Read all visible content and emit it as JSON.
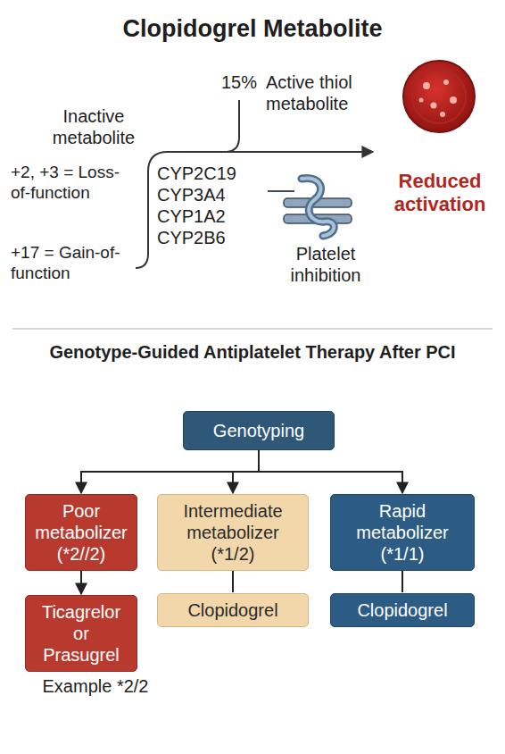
{
  "diagram": {
    "title": "Clopidogrel Metabolite",
    "nodes": [
      {
        "text": [
          "Genotyping"
        ]
      },
      {
        "text": [
          "Poor metabolizer (*2//2)"
        ]
      },
      {
        "text": [
          "Intermediate metabolizer (*1/2)"
        ]
      },
      {
        "text": [
          "Rapid metabolizer (*1/1)"
        ]
      },
      {
        "text": [
          "Ticagrelor or Prasugrel"
        ]
      },
      {
        "text": [
          "Clopidogrel"
        ]
      },
      {
        "text": [
          "Clopidogrel"
        ]
      }
    ],
    "edges": [
      {
        "from": 0,
        "to": 1,
        "arrow": "to"
      },
      {
        "from": 0,
        "to": 2,
        "arrow": "to"
      },
      {
        "from": 0,
        "to": 3,
        "arrow": "to"
      },
      {
        "from": 1,
        "to": 4,
        "arrow": "to"
      },
      {
        "from": 2,
        "to": 5,
        "arrow": "none"
      },
      {
        "from": 3,
        "to": 6,
        "arrow": "none"
      }
    ],
    "labels": [
      "15%",
      "Inactive metabolite",
      "+2, +3 = Loss-of-function",
      "+17 = Gain-of-function",
      "CYP2C19",
      "CYP3A4",
      "CYP1A2",
      "CYP2B6",
      "Active thiol metabolite",
      "Reduced activation",
      "Platelet inhibition",
      "Genotype-Guided Antiplatelet Therapy After PCI",
      "Example *2/2"
    ]
  }
}
